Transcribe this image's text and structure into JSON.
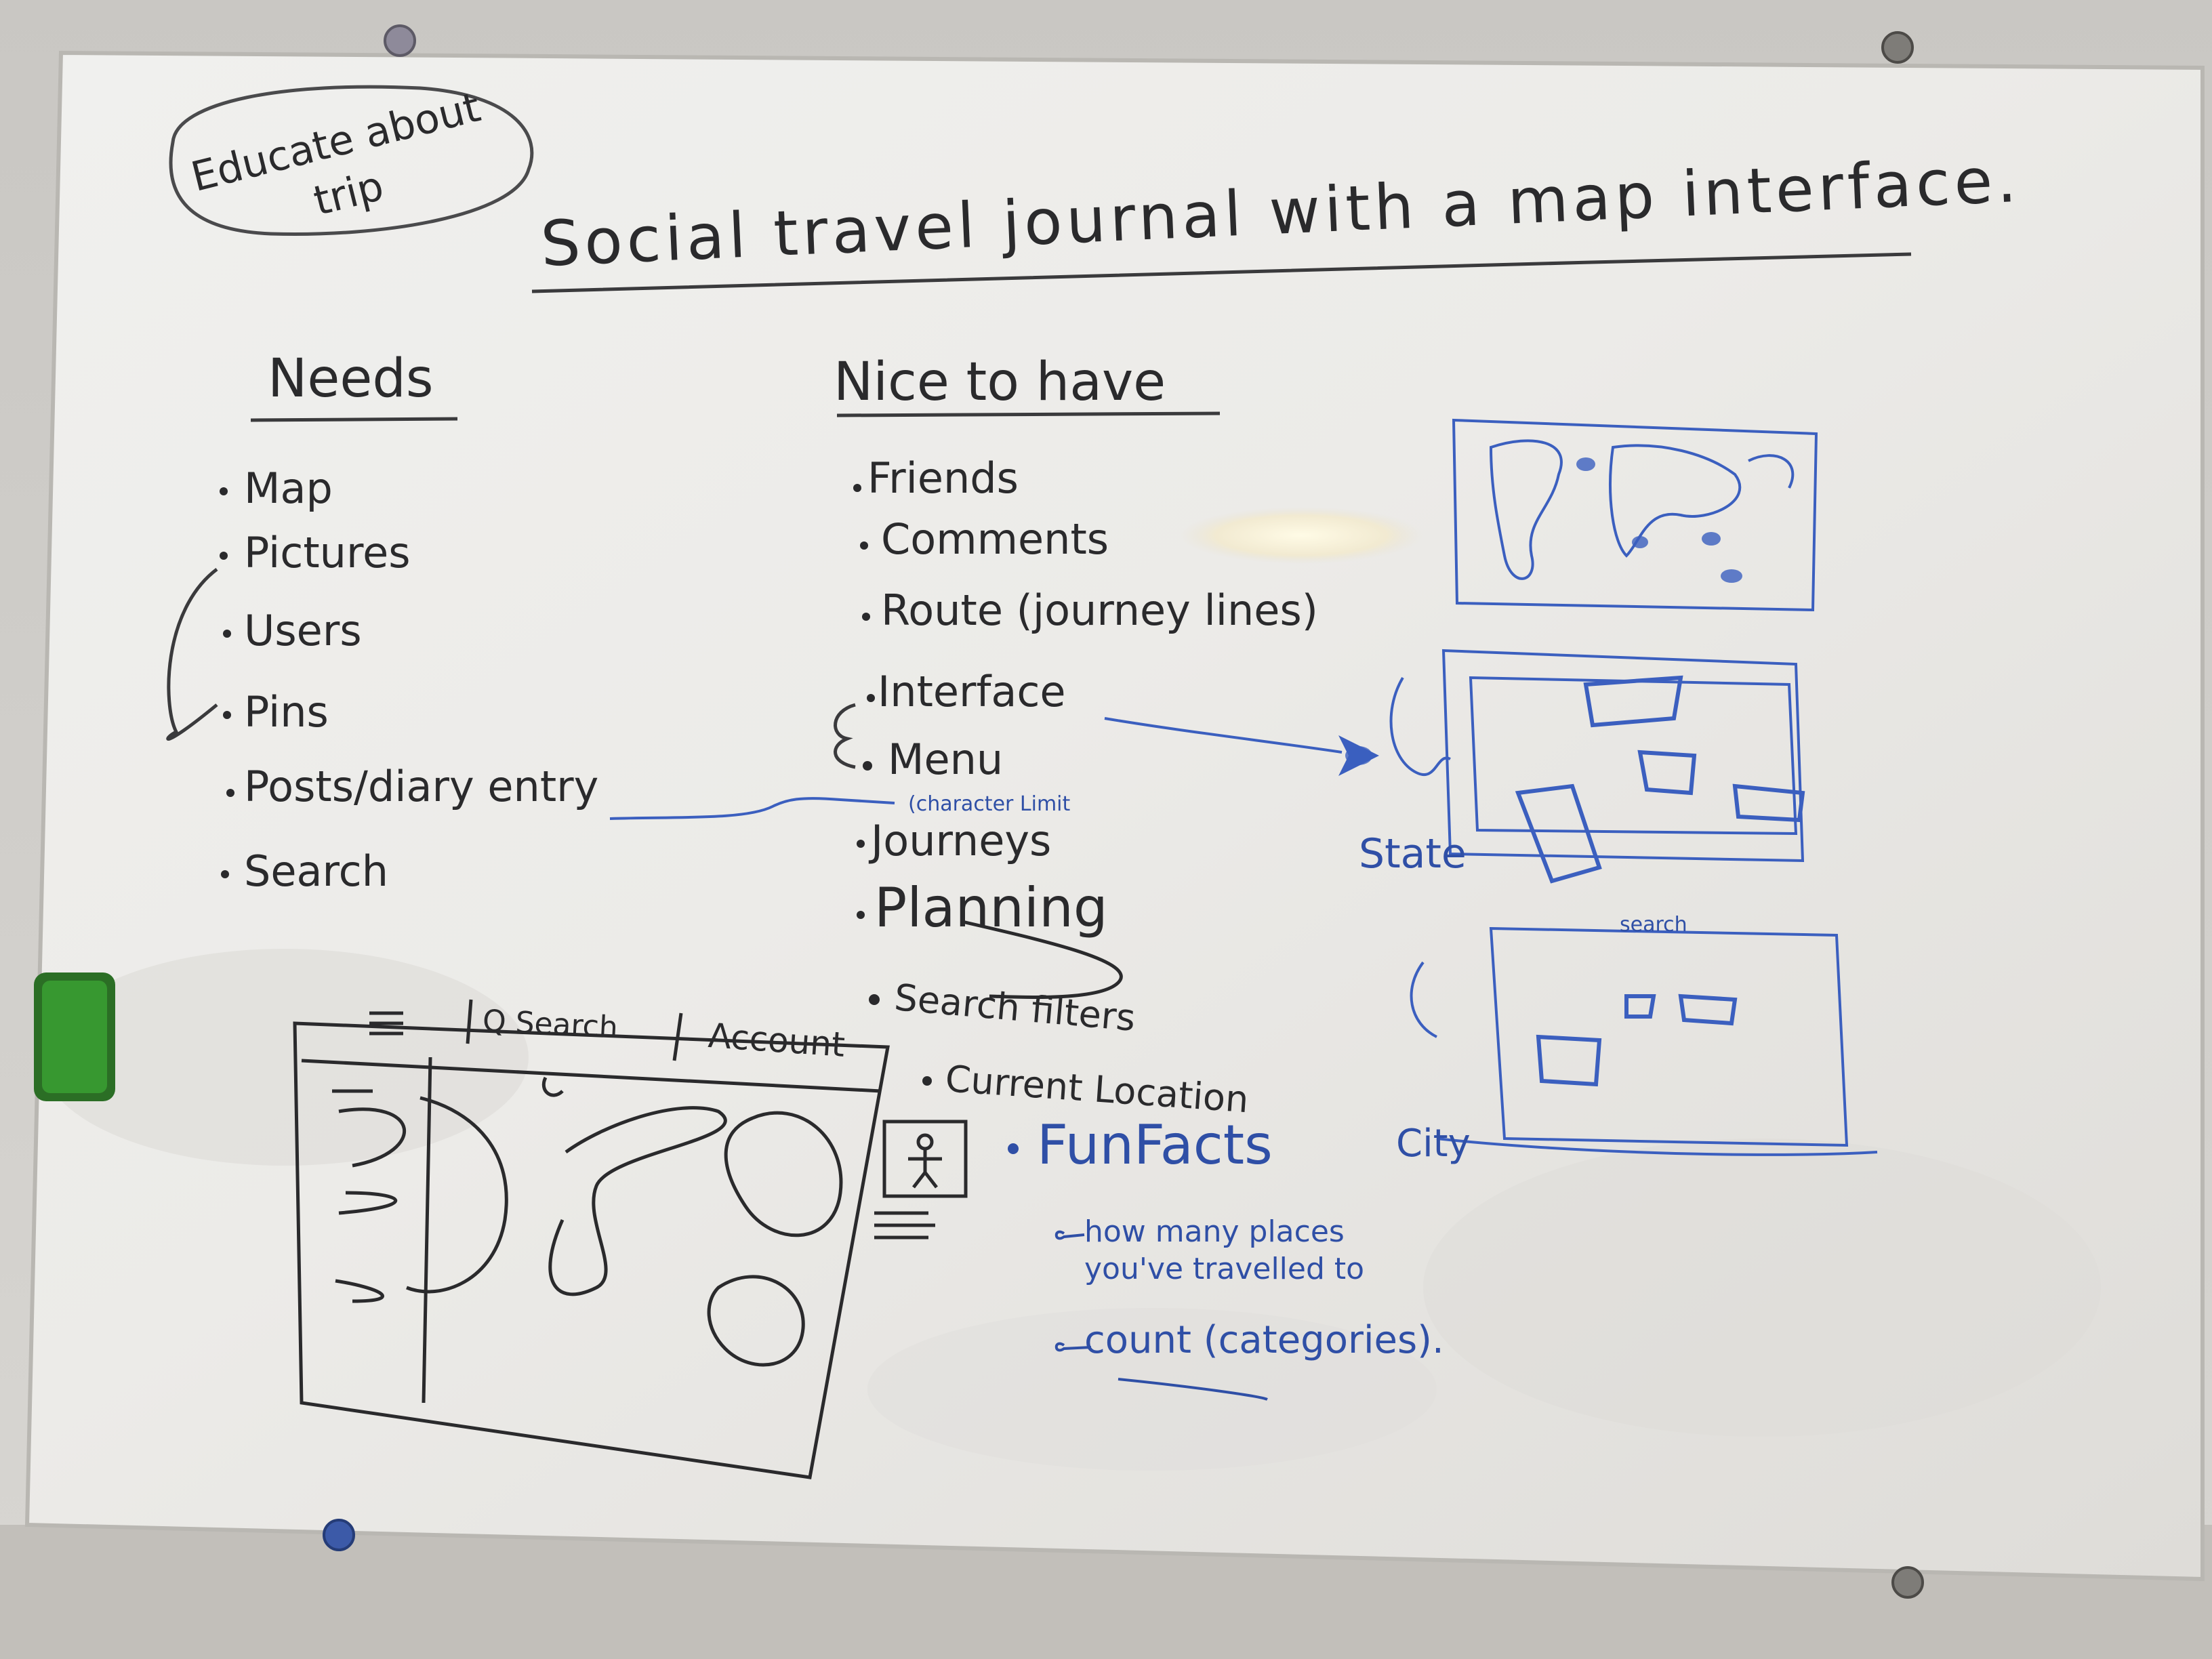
{
  "board": {
    "colors": {
      "ink_black": "#2a2a2c",
      "ink_blue": "#2f4fa6",
      "board_white": "#ececea",
      "eraser_green": "#2f8f2a"
    },
    "bubble_note": "Educate about trip",
    "title": "Social travel journal with a map interface.",
    "needs": {
      "heading": "Needs",
      "items": [
        "Map",
        "Pictures",
        "Users",
        "Pins",
        "Posts/diary entry",
        "Search"
      ]
    },
    "nice_to_have": {
      "heading": "Nice to have",
      "items": [
        "Friends",
        "Comments",
        "Route (journey lines)",
        "Interface",
        "Menu",
        "Journeys",
        "Planning",
        "Search filters",
        "Current Location"
      ],
      "menu_note": "(character Limit"
    },
    "fun_facts": {
      "label": "FunFacts",
      "sub1": "how many places you've travelled to",
      "sub2": "count (categories)."
    },
    "wireframe": {
      "menu_icon": "hamburger-icon",
      "search_tab": "Q Search",
      "account_tab": "Account"
    },
    "blue_sketch": {
      "search_label": "search",
      "label_state": "State",
      "label_city": "City"
    }
  }
}
